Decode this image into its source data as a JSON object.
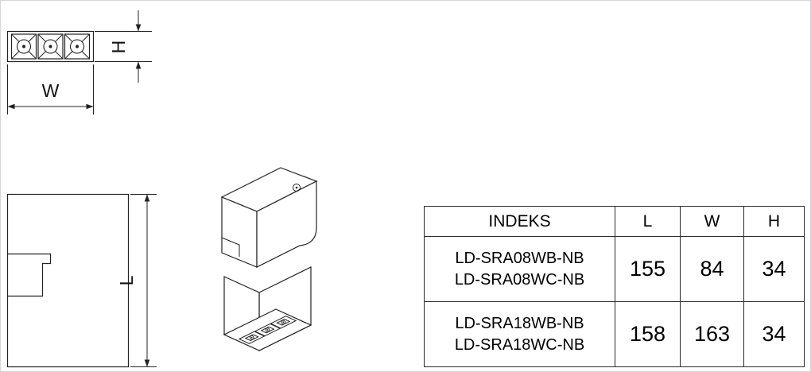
{
  "canvas": {
    "background": "#ffffff",
    "line_color": "#222222",
    "text_color": "#111111"
  },
  "dimensions": {
    "width_label": "W",
    "height_label": "H",
    "length_label": "L"
  },
  "table": {
    "headers": {
      "indeks": "INDEKS",
      "l": "L",
      "w": "W",
      "h": "H"
    },
    "rows": [
      {
        "indeks_line1": "LD-SRA08WB-NB",
        "indeks_line2": "LD-SRA08WC-NB",
        "l": "155",
        "w": "84",
        "h": "34"
      },
      {
        "indeks_line1": "LD-SRA18WB-NB",
        "indeks_line2": "LD-SRA18WC-NB",
        "l": "158",
        "w": "163",
        "h": "34"
      }
    ]
  }
}
